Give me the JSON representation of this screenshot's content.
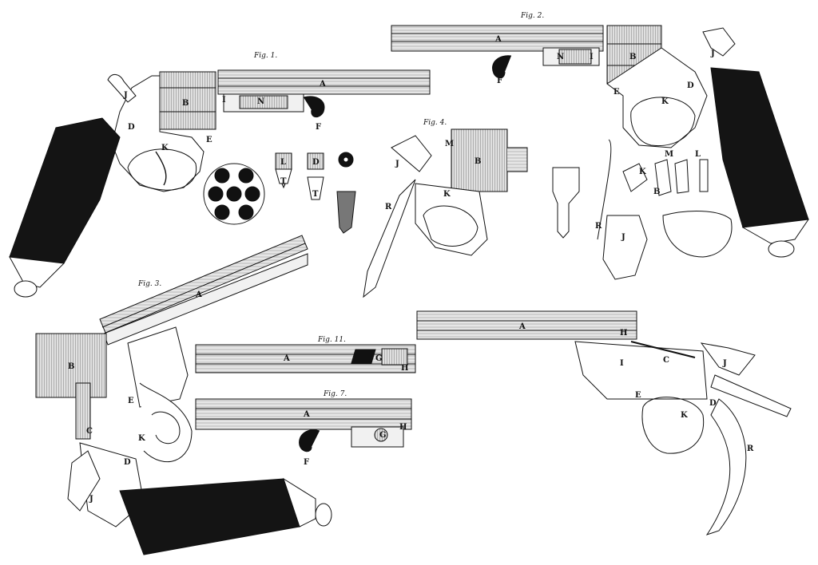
{
  "figures": {
    "fig1": "Fig. 1.",
    "fig2": "Fig. 2.",
    "fig3": "Fig. 3.",
    "fig4": "Fig. 4.",
    "fig7": "Fig. 7.",
    "fig11": "Fig. 11."
  },
  "labels": {
    "A": "A",
    "B": "B",
    "C": "C",
    "D": "D",
    "E": "E",
    "F": "F",
    "G": "G",
    "H": "H",
    "I": "I",
    "J": "J",
    "K": "K",
    "L": "L",
    "M": "M",
    "N": "N",
    "R": "R",
    "T": "T"
  },
  "colors": {
    "ink": "#111111",
    "paper": "#ffffff",
    "grip": "#141414",
    "shade": "#bdbdbd"
  }
}
